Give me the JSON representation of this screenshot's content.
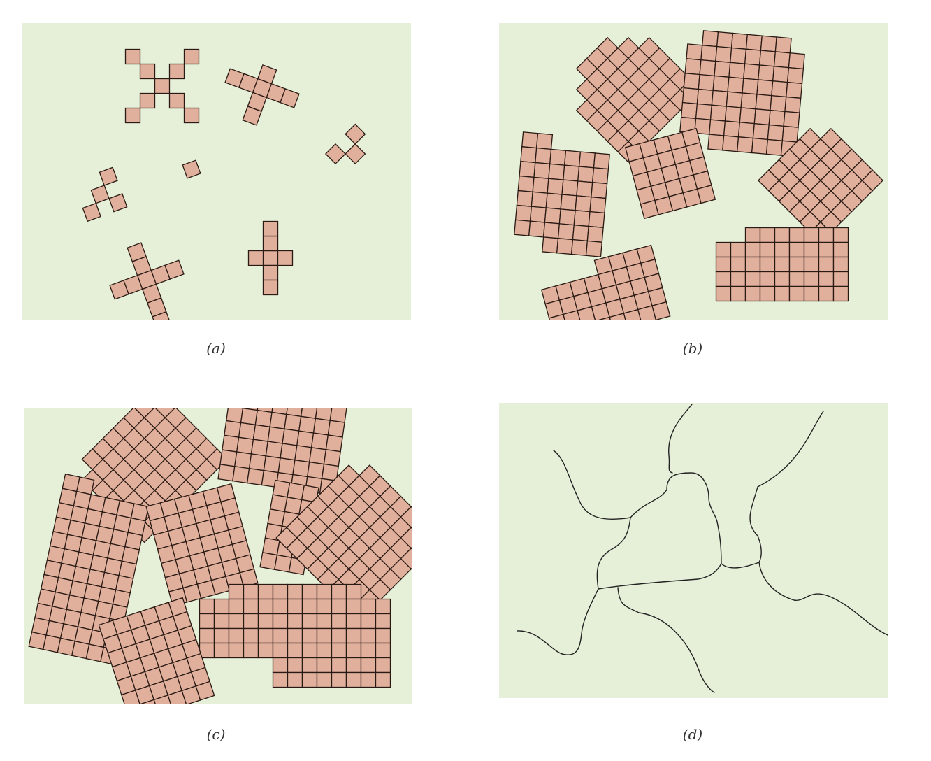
{
  "colors": {
    "background": "#e6f0d8",
    "tile_fill": "#e0b09c",
    "tile_stroke": "#2a1a14",
    "line": "#222222"
  },
  "captions": {
    "a": "(a)",
    "b": "(b)",
    "c": "(c)",
    "d": "(d)"
  },
  "panels": [
    {
      "id": "a",
      "content": "scattered-tile-clusters"
    },
    {
      "id": "b",
      "content": "growing-tile-clusters"
    },
    {
      "id": "c",
      "content": "merged-tile-clusters"
    },
    {
      "id": "d",
      "content": "boundary-lines"
    }
  ]
}
